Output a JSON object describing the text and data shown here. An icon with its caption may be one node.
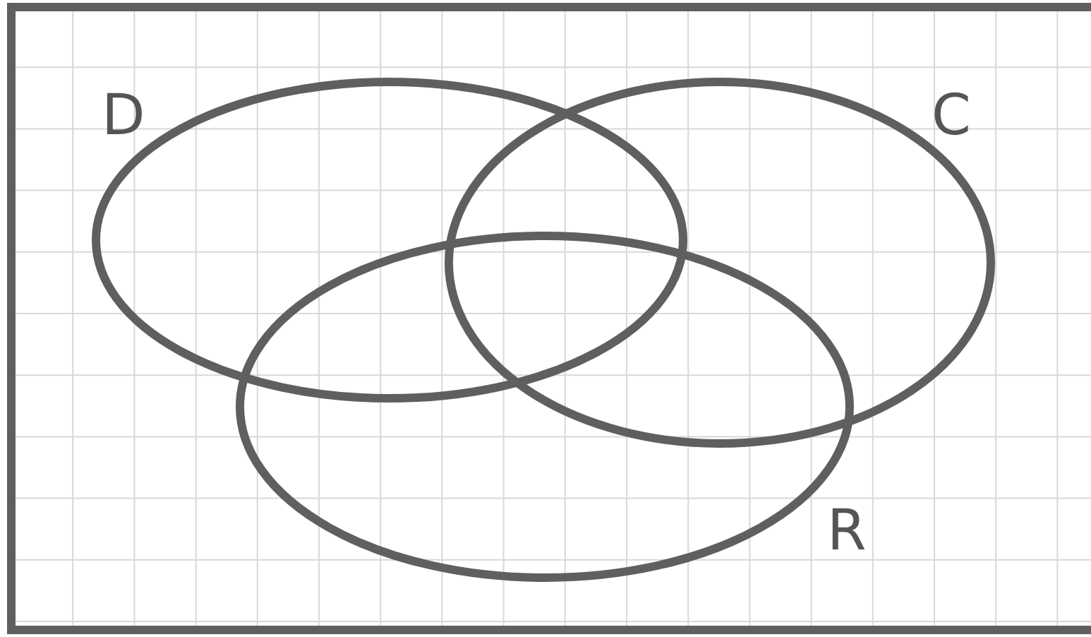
{
  "diagram": {
    "nodes": [
      {
        "text": [
          "D"
        ]
      },
      {
        "text": [
          "C"
        ]
      },
      {
        "text": [
          "R"
        ]
      }
    ]
  }
}
